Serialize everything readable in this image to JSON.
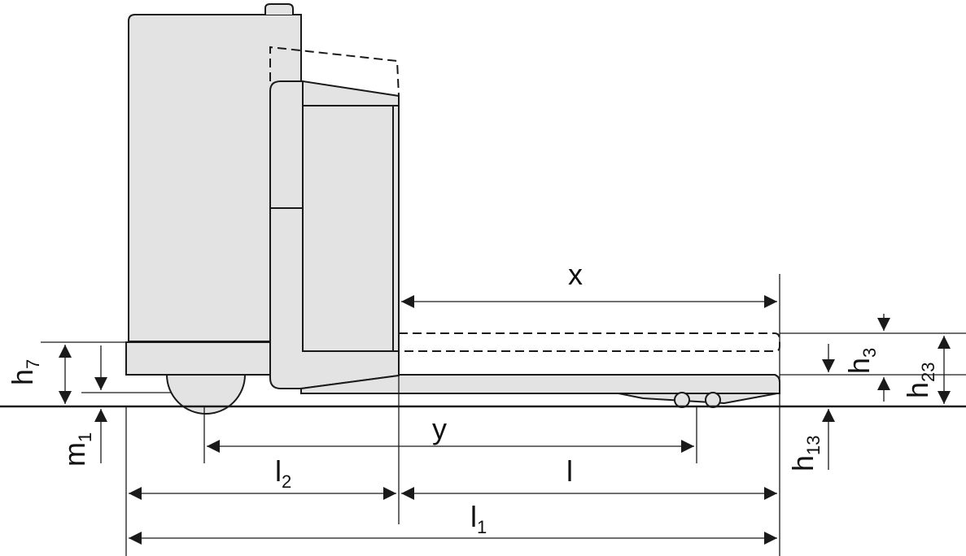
{
  "colors": {
    "body": "#e3e3e3",
    "line": "#1a1a1a",
    "background": "#ffffff"
  },
  "labels": {
    "x": {
      "main": "x"
    },
    "y": {
      "main": "y"
    },
    "l": {
      "main": "l"
    },
    "l1": {
      "main": "l",
      "sub": "1"
    },
    "l2": {
      "main": "l",
      "sub": "2"
    },
    "h3": {
      "main": "h",
      "sub": "3"
    },
    "h7": {
      "main": "h",
      "sub": "7"
    },
    "h13": {
      "main": "h",
      "sub": "13"
    },
    "h23": {
      "main": "h",
      "sub": "23"
    },
    "m1": {
      "main": "m",
      "sub": "1"
    }
  }
}
